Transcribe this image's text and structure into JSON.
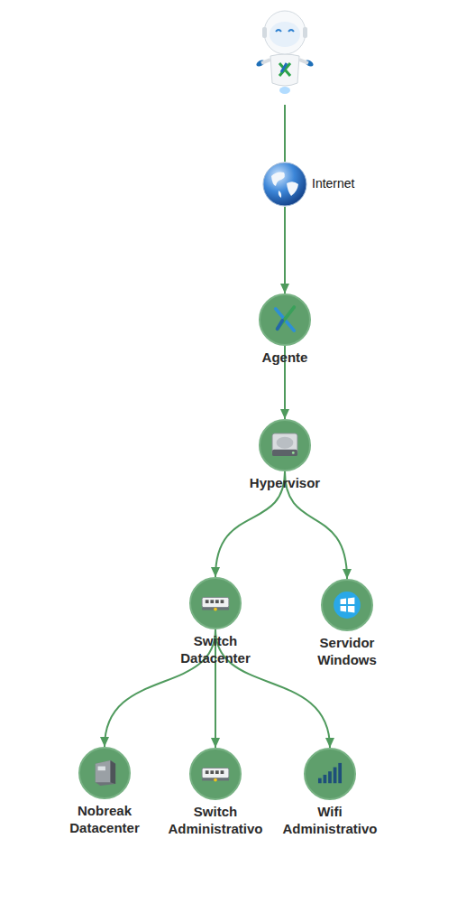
{
  "diagram": {
    "nodes": [
      {
        "text": [
          "Internet"
        ]
      },
      {
        "text": [
          "Agente"
        ]
      },
      {
        "text": [
          "Hypervisor"
        ]
      },
      {
        "text": [
          "Switch Datacenter"
        ]
      },
      {
        "text": [
          "Servidor Windows"
        ]
      },
      {
        "text": [
          "Nobreak Datacenter"
        ]
      },
      {
        "text": [
          "Switch Administrativo"
        ]
      },
      {
        "text": [
          "Wifi Administrativo"
        ]
      }
    ],
    "edges": [
      {
        "from": 0,
        "to": 1,
        "arrow": "to"
      },
      {
        "from": 1,
        "to": 2,
        "arrow": "to"
      },
      {
        "from": 2,
        "to": 3,
        "arrow": "to"
      },
      {
        "from": 2,
        "to": 4,
        "arrow": "to"
      },
      {
        "from": 3,
        "to": 5,
        "arrow": "to"
      },
      {
        "from": 3,
        "to": 6,
        "arrow": "to"
      },
      {
        "from": 3,
        "to": 7,
        "arrow": "to"
      }
    ]
  }
}
